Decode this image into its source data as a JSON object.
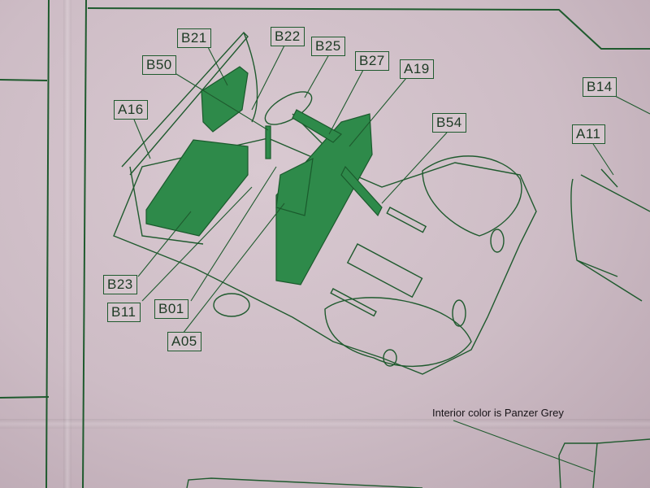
{
  "document": {
    "type": "model kit assembly instruction sheet (photo)",
    "colors": {
      "paper": "#cdbcc5",
      "line": "#1f5a2e",
      "part_fill": "#2e8a4a",
      "text": "#1d3a24"
    }
  },
  "callouts": [
    {
      "id": "B21",
      "label": "B21"
    },
    {
      "id": "B22",
      "label": "B22"
    },
    {
      "id": "B25",
      "label": "B25"
    },
    {
      "id": "B50",
      "label": "B50"
    },
    {
      "id": "B27",
      "label": "B27"
    },
    {
      "id": "A19",
      "label": "A19"
    },
    {
      "id": "A16",
      "label": "A16"
    },
    {
      "id": "B54",
      "label": "B54"
    },
    {
      "id": "B14",
      "label": "B14"
    },
    {
      "id": "A11",
      "label": "A11"
    },
    {
      "id": "B23",
      "label": "B23"
    },
    {
      "id": "B11",
      "label": "B11"
    },
    {
      "id": "B01",
      "label": "B01"
    },
    {
      "id": "A05",
      "label": "A05"
    }
  ],
  "note": {
    "text": "Interior color is Panzer Grey"
  }
}
